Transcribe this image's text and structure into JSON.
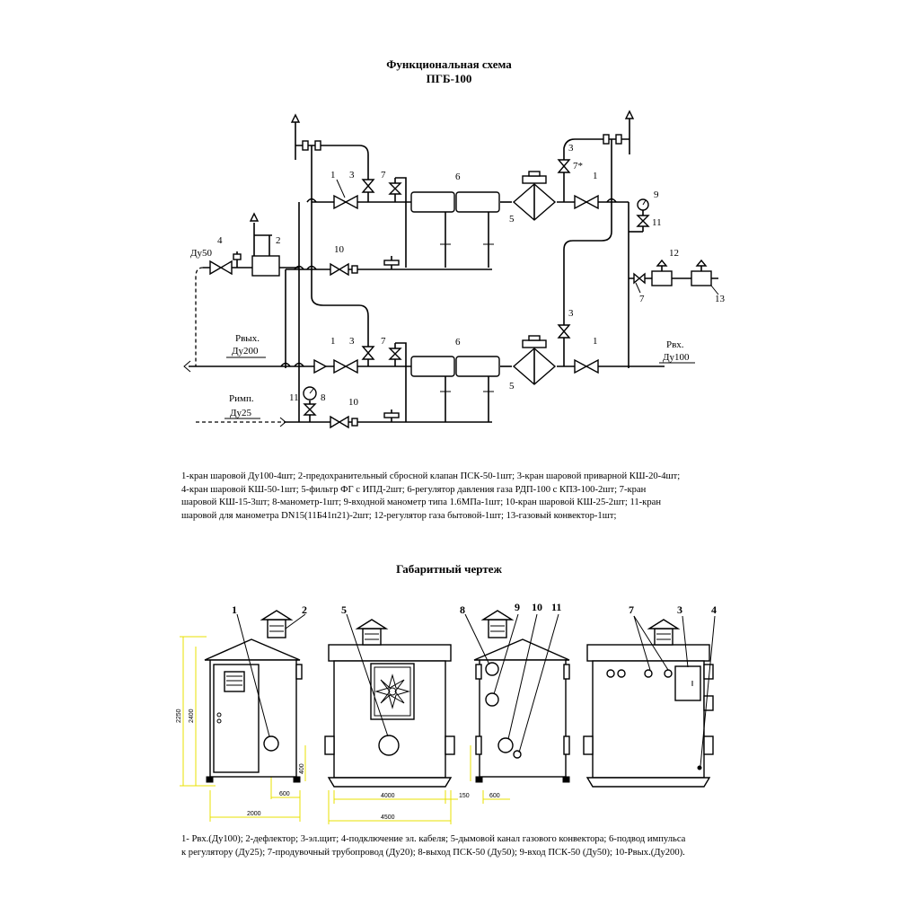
{
  "scheme": {
    "title_line1": "Функциональная схема",
    "title_line2": "ПГБ-100",
    "callouts": [
      "1",
      "2",
      "3",
      "4",
      "5",
      "6",
      "7",
      "8",
      "9",
      "10",
      "11",
      "12",
      "13",
      "7*"
    ],
    "labels": {
      "du50": "Ду50",
      "pvyh": "Рвых.",
      "du200": "Ду200",
      "pimp": "Римп.",
      "du25": "Ду25",
      "pvh": "Рвх.",
      "du100": "Ду100"
    },
    "legend_lines": [
      "1-кран шаровой Ду100-4шт; 2-предохранительный сбросной клапан ПСК-50-1шт; 3-кран шаровой приварной КШ-20-4шт;",
      "4-кран шаровой КШ-50-1шт; 5-фильтр ФГ с ИПД-2шт; 6-регулятор давления газа РДП-100 с КПЗ-100-2шт; 7-кран",
      "шаровой КШ-15-3шт; 8-манометр-1шт; 9-входной манометр типа 1.6МПа-1шт; 10-кран шаровой КШ-25-2шт; 11-кран",
      "шаровой для манометра DN15(11Б41п21)-2шт; 12-регулятор газа бытовой-1шт; 13-газовый конвектор-1шт;"
    ]
  },
  "drawing": {
    "title": "Габаритный чертеж",
    "callouts": [
      "1",
      "2",
      "5",
      "8",
      "9",
      "10",
      "11",
      "7",
      "3",
      "4"
    ],
    "dimensions": {
      "h2250": "2250",
      "h2400": "2400",
      "w2000": "2000",
      "w600": "600",
      "h400": "400",
      "w4000": "4000",
      "w4500": "4500",
      "w150": "150",
      "w600b": "600"
    },
    "legend_lines": [
      "1- Рвх.(Ду100); 2-дефлектор; 3-эл.щит; 4-подключение эл. кабеля; 5-дымовой канал газового конвектора; 6-подвод импульса",
      "к регулятору (Ду25); 7-продувочный трубопровод (Ду20); 8-выход ПСК-50 (Ду50); 9-вход ПСК-50 (Ду50); 10-Рвых.(Ду200)."
    ]
  }
}
